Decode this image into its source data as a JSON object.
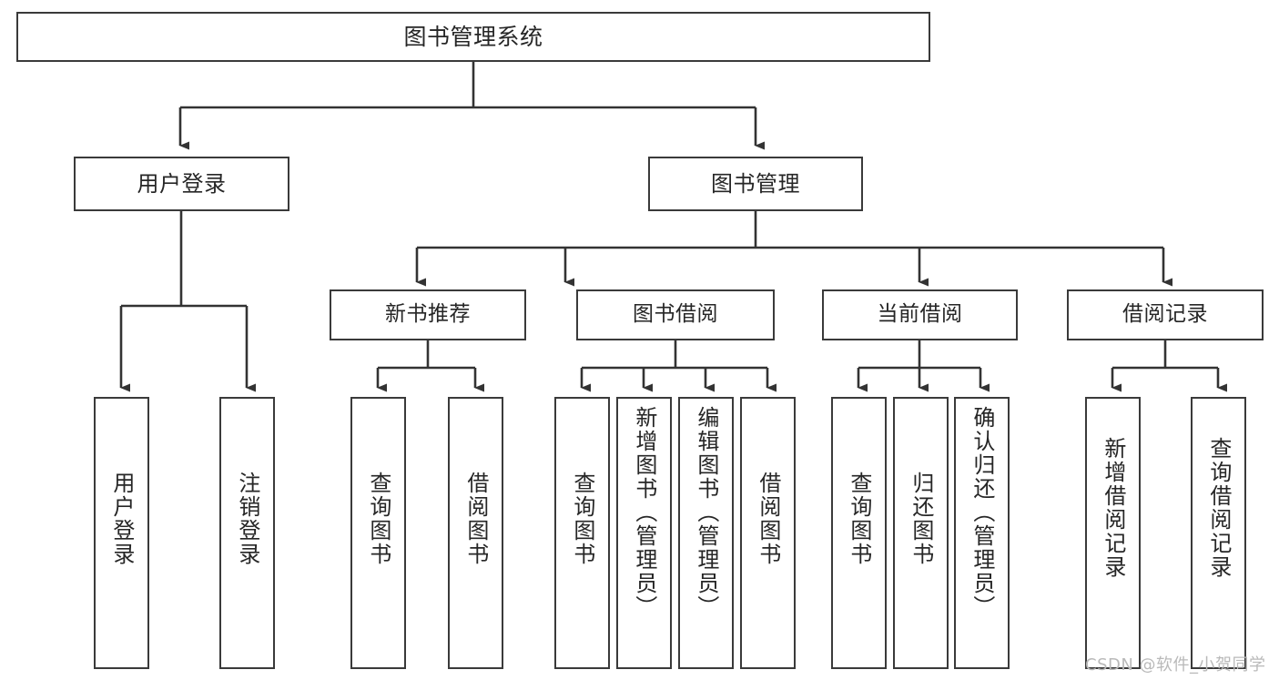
{
  "diagram": {
    "title": "图书管理系统",
    "type": "tree-hierarchy-chart",
    "colors": {
      "box_border": "#3a3a3a",
      "box_fill": "#ffffff",
      "edge": "#333333",
      "text": "#262626",
      "watermark": "#b9b9b9",
      "background": "#ffffff"
    },
    "watermark": "CSDN @软件_小贺同学"
  },
  "root": {
    "label": "图书管理系统"
  },
  "level2": [
    {
      "id": "user-login",
      "label": "用户登录"
    },
    {
      "id": "book-management",
      "label": "图书管理"
    }
  ],
  "level3": [
    {
      "id": "new-book-recommend",
      "label": "新书推荐"
    },
    {
      "id": "book-borrow",
      "label": "图书借阅"
    },
    {
      "id": "current-borrow",
      "label": "当前借阅"
    },
    {
      "id": "borrow-record",
      "label": "借阅记录"
    }
  ],
  "leaves": {
    "user_login": [
      {
        "id": "leaf-user-login",
        "label": "用户登录"
      },
      {
        "id": "leaf-user-logout",
        "label": "注销登录"
      }
    ],
    "new_book_recommend": [
      {
        "id": "leaf-query-book-1",
        "label": "查询图书"
      },
      {
        "id": "leaf-borrow-book-1",
        "label": "借阅图书"
      }
    ],
    "book_borrow": [
      {
        "id": "leaf-query-book-2",
        "label": "查询图书"
      },
      {
        "id": "leaf-add-book",
        "label": "新增图书（管理员）"
      },
      {
        "id": "leaf-edit-book",
        "label": "编辑图书（管理员）"
      },
      {
        "id": "leaf-borrow-book-2",
        "label": "借阅图书"
      }
    ],
    "current_borrow": [
      {
        "id": "leaf-query-book-3",
        "label": "查询图书"
      },
      {
        "id": "leaf-return-book",
        "label": "归还图书"
      },
      {
        "id": "leaf-confirm-return",
        "label": "确认归还（管理员）"
      }
    ],
    "borrow_record": [
      {
        "id": "leaf-add-record",
        "label": "新增借阅记录"
      },
      {
        "id": "leaf-query-record",
        "label": "查询借阅记录"
      }
    ]
  }
}
